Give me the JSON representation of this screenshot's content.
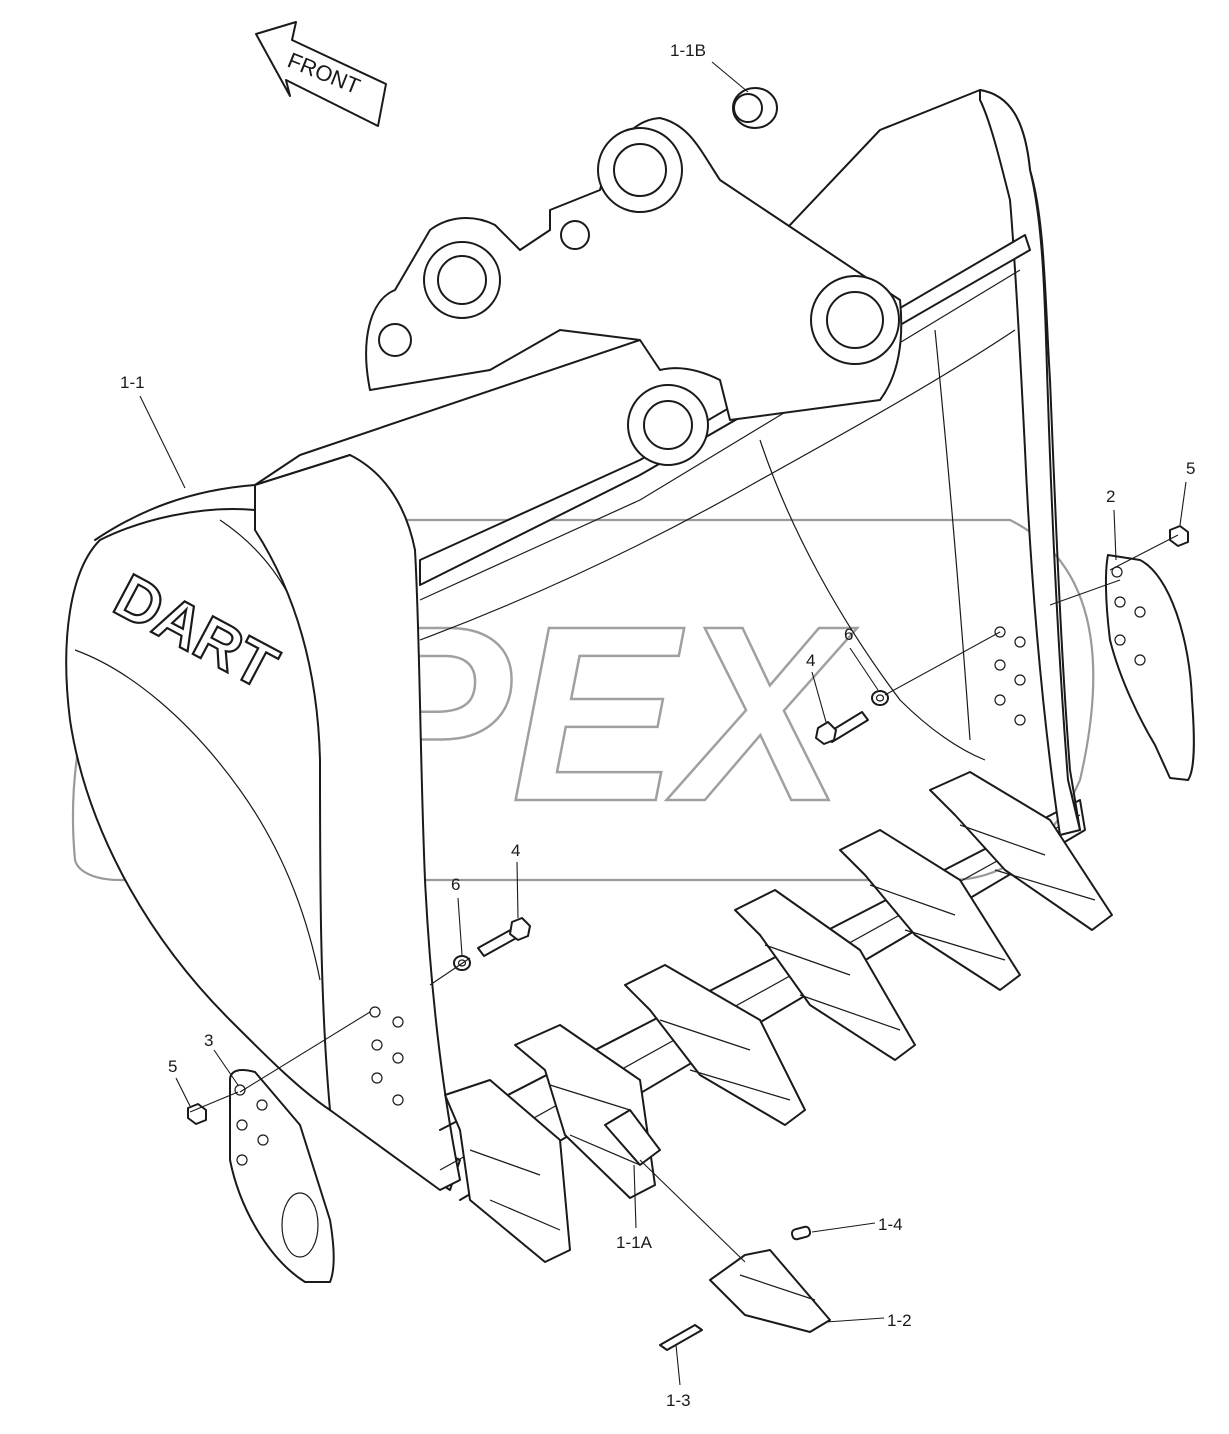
{
  "diagram": {
    "front_arrow_label": "FRONT",
    "brand_logo_text": "DART",
    "watermark_text": "OPEX",
    "callouts": [
      {
        "id": "c-1-1B",
        "label": "1-1B"
      },
      {
        "id": "c-1-1",
        "label": "1-1"
      },
      {
        "id": "c-5-right",
        "label": "5"
      },
      {
        "id": "c-2",
        "label": "2"
      },
      {
        "id": "c-6-right",
        "label": "6"
      },
      {
        "id": "c-4-right",
        "label": "4"
      },
      {
        "id": "c-6-left",
        "label": "6"
      },
      {
        "id": "c-4-left",
        "label": "4"
      },
      {
        "id": "c-3",
        "label": "3"
      },
      {
        "id": "c-5-left",
        "label": "5"
      },
      {
        "id": "c-1-1A",
        "label": "1-1A"
      },
      {
        "id": "c-1-4",
        "label": "1-4"
      },
      {
        "id": "c-1-2",
        "label": "1-2"
      },
      {
        "id": "c-1-3",
        "label": "1-3"
      }
    ]
  }
}
